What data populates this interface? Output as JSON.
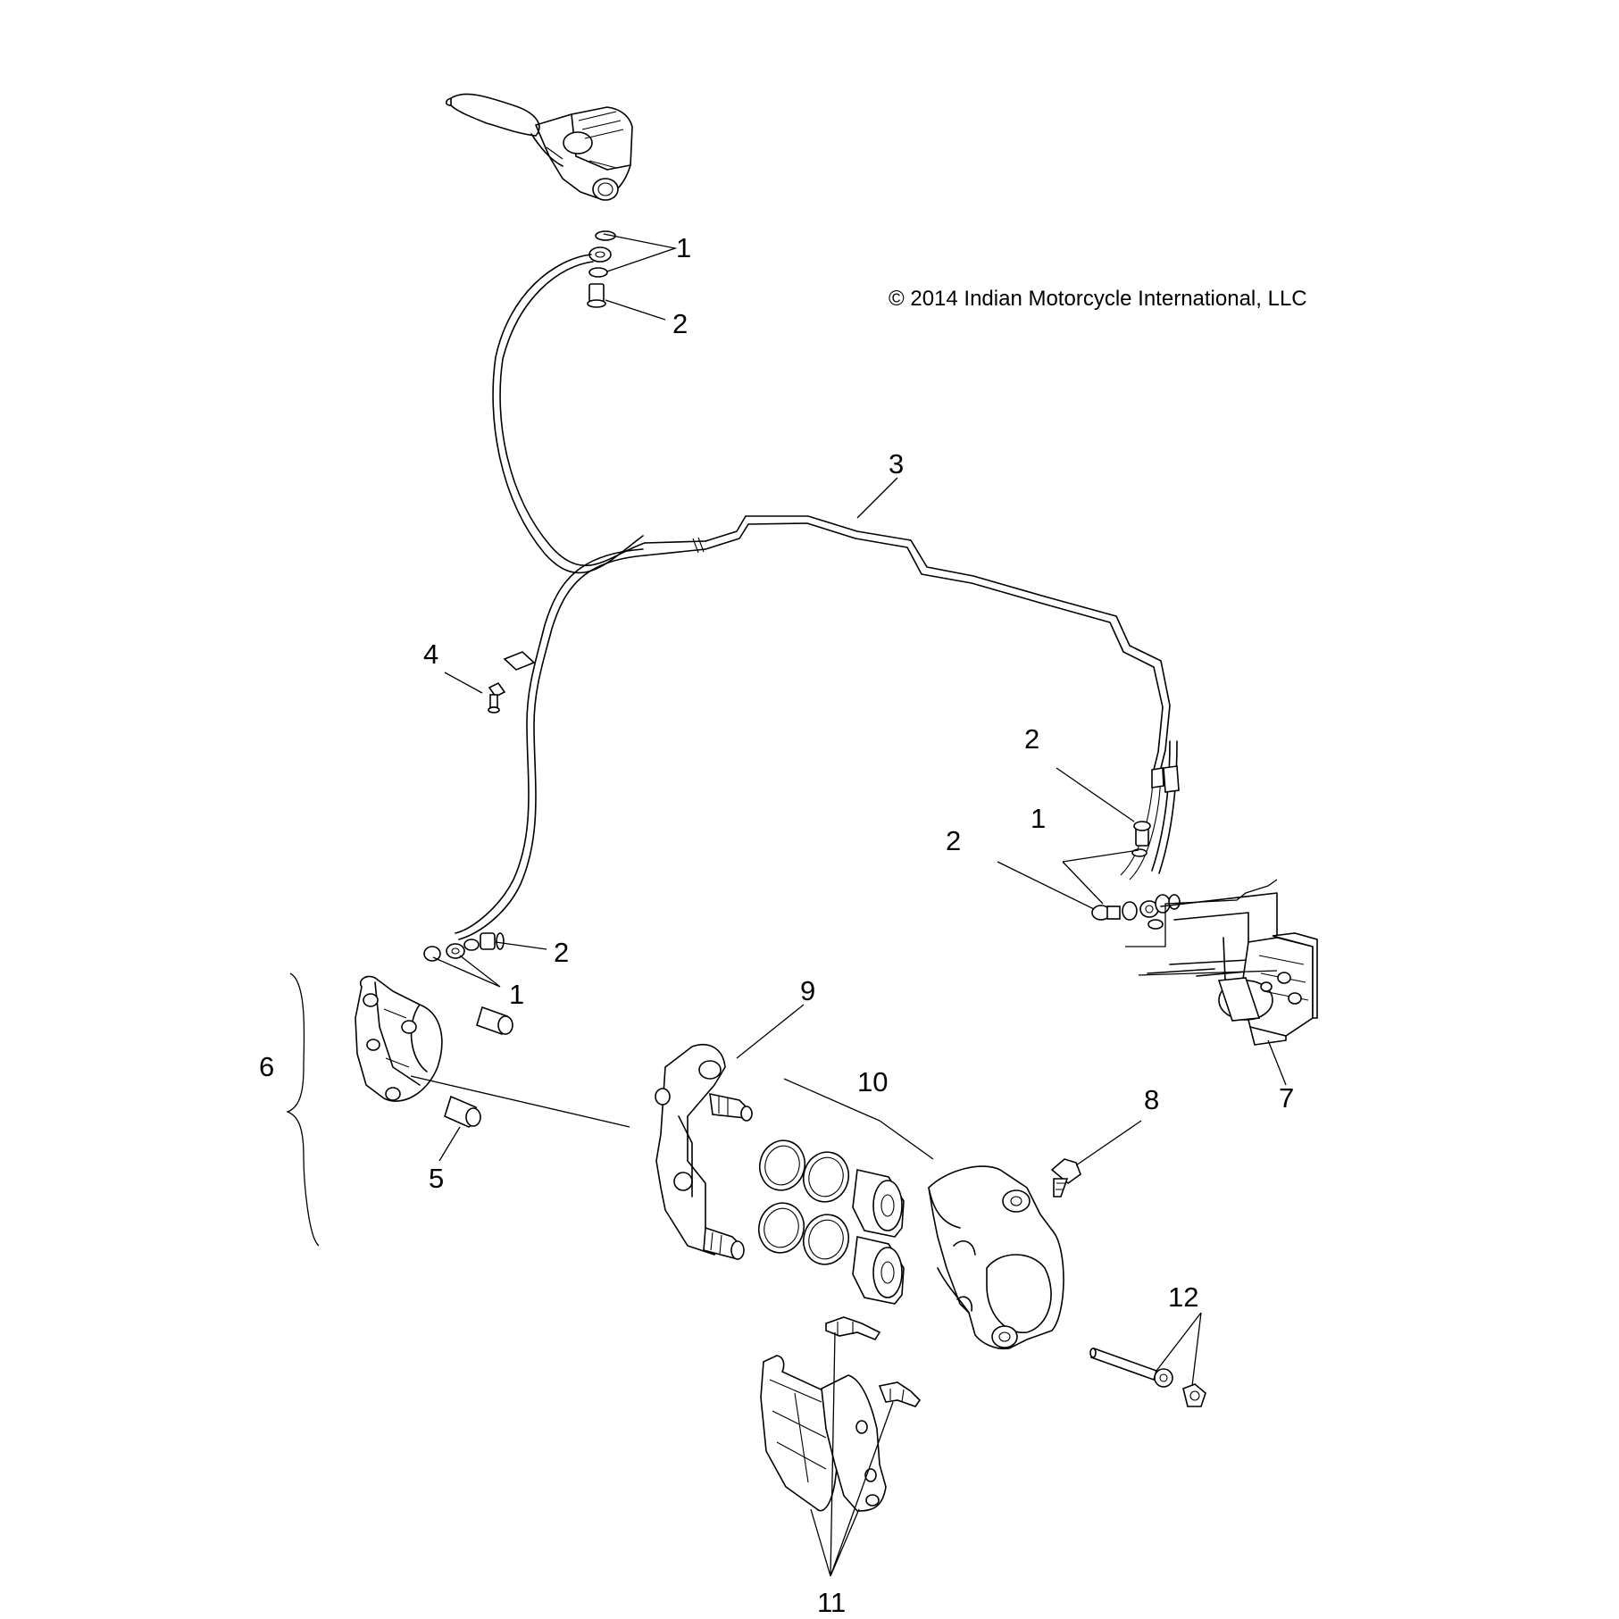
{
  "copyright": "© 2014 Indian Motorcycle International, LLC",
  "callouts": {
    "c1_top": "1",
    "c2_top": "2",
    "c3": "3",
    "c4": "4",
    "c2_right_a": "2",
    "c1_right": "1",
    "c2_right_b": "2",
    "c2_left": "2",
    "c1_left": "1",
    "c9": "9",
    "c6": "6",
    "c7": "7",
    "c10": "10",
    "c8": "8",
    "c5": "5",
    "c12": "12",
    "c11": "11"
  }
}
